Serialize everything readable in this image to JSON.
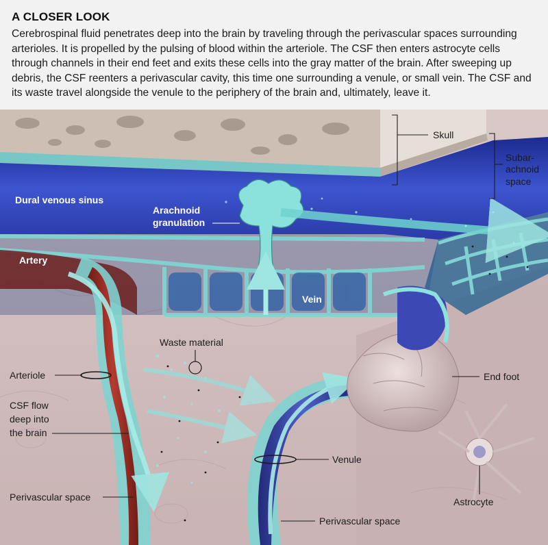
{
  "header": {
    "title": "A CLOSER LOOK",
    "caption": "Cerebrospinal fluid penetrates deep into the brain by traveling through the perivascular spaces surrounding arterioles. It is propelled by the pulsing of blood within the arteriole. The CSF then enters astrocyte cells through channels in their end feet and exits these cells into the gray matter of the brain. After sweeping up debris, the CSF reenters a perivascular cavity, this time one surrounding a venule, or small vein. The CSF and its waste travel alongside the venule to the periphery of the brain and, ultimately, leave it."
  },
  "labels": {
    "skull": "Skull",
    "subarachnoid_1": "Subar-",
    "subarachnoid_2": "achnoid",
    "subarachnoid_3": "space",
    "dural_venous_sinus": "Dural venous sinus",
    "arachnoid_1": "Arachnoid",
    "arachnoid_2": "granulation",
    "artery": "Artery",
    "vein": "Vein",
    "waste_material": "Waste material",
    "end_foot": "End foot",
    "arteriole": "Arteriole",
    "csf_flow_1": "CSF flow",
    "csf_flow_2": "deep into",
    "csf_flow_3": "the brain",
    "venule": "Venule",
    "perivascular_left": "Perivascular space",
    "perivascular_right": "Perivascular space",
    "astrocyte": "Astrocyte"
  },
  "colors": {
    "skull": "#d8cfc6",
    "dura_blue": "#3a4fc4",
    "csf_teal": "#7fd6d2",
    "artery_red": "#a8322a",
    "venule_blue": "#3b46a8",
    "brain_tissue": "#d6c2bf",
    "gray_matter": "#c9b2b3"
  }
}
